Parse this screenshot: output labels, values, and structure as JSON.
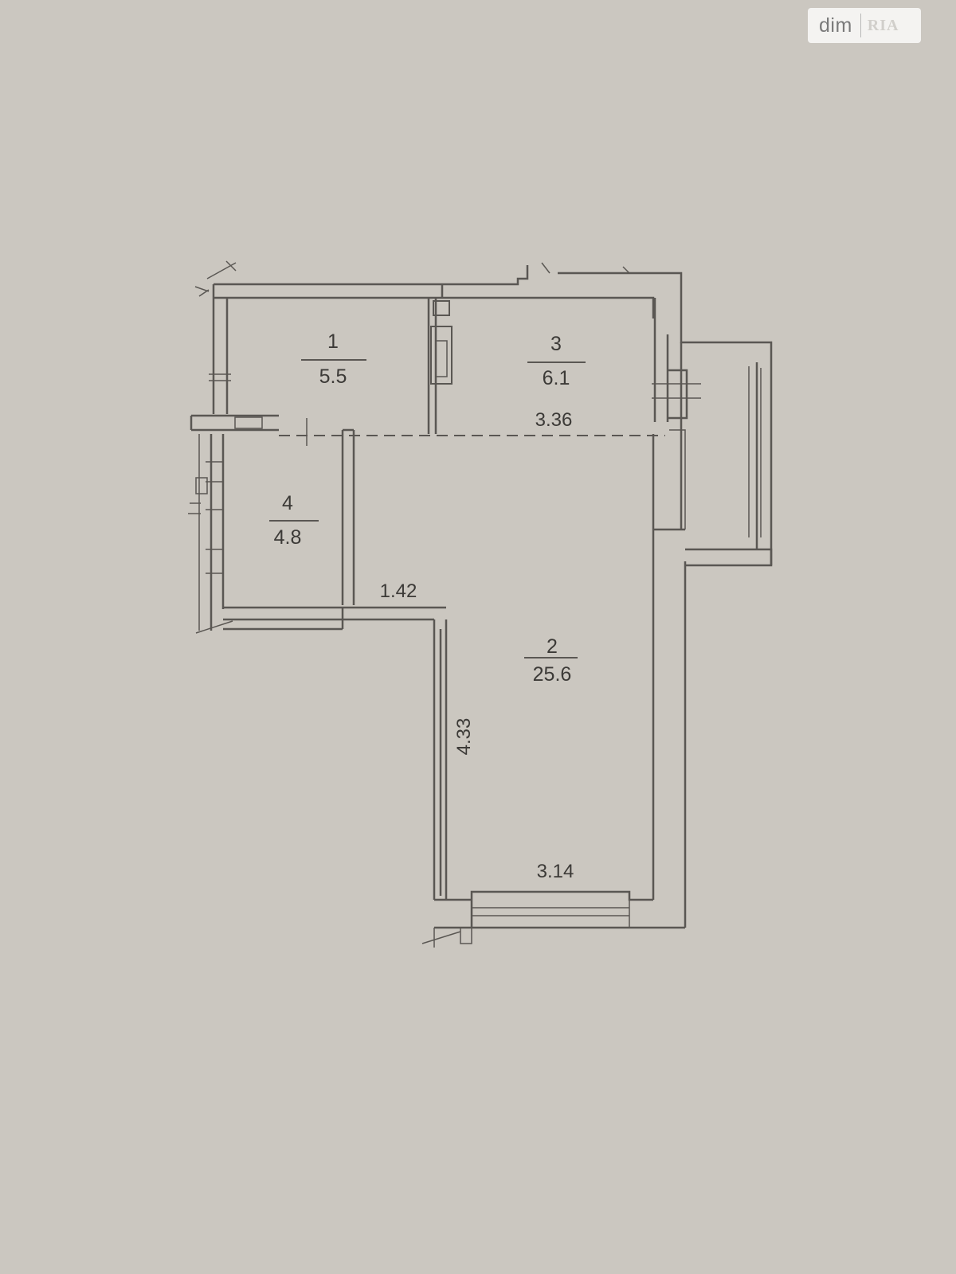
{
  "watermark": {
    "brand": "dim",
    "brand_mark": "RIA"
  },
  "rooms": [
    {
      "number": "1",
      "area": "5.5"
    },
    {
      "number": "2",
      "area": "25.6"
    },
    {
      "number": "3",
      "area": "6.1"
    },
    {
      "number": "4",
      "area": "4.8"
    }
  ],
  "dimensions": {
    "kitchen_width": "3.36",
    "hall_width": "1.42",
    "living_length": "4.33",
    "living_width": "3.14"
  },
  "colors": {
    "background": "#cbc7c0",
    "lines": "#5a5753"
  }
}
